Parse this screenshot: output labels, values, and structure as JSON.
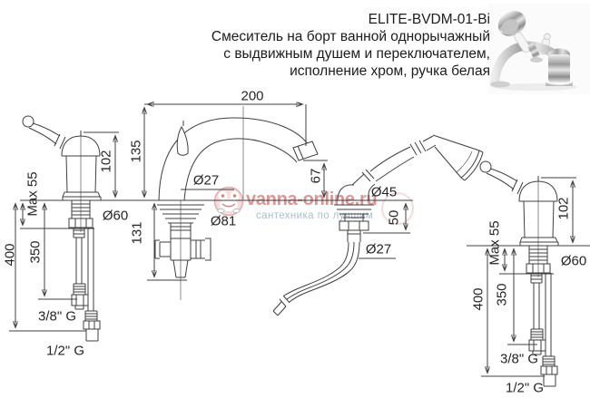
{
  "header": {
    "model": "ELITE-BVDM-01-Bi",
    "description_lines": [
      "Смеситель на борт ванной однорычажный",
      "с выдвижным душем и переключателем,",
      "исполнение хром, ручка белая"
    ]
  },
  "watermark": {
    "site": "vanna-online.ru",
    "tagline": "сантехника по лучшим",
    "logo": "frog-icon",
    "site_color": "#d78484",
    "tagline_color": "#a9bfcf"
  },
  "dimensions": {
    "spout_reach": "200",
    "spout_height": "135",
    "handle_height": "102",
    "outlet_height": "67",
    "max_deck_thickness": "Max 55",
    "handle_base_diameter": "Ø60",
    "spout_shank_diameter": "Ø27",
    "spout_flange_diameter": "Ø81",
    "below_deck_length": "131",
    "shower_flange_diameter": "Ø45",
    "shower_below_deck": "50",
    "hose_diameter": "Ø27",
    "hose_connection_height": "350",
    "supply_connection_height": "400",
    "connection_small": "3/8\" G",
    "connection_large": "1/2\" G"
  },
  "drawing": {
    "line_color": "#3f3f3f"
  }
}
